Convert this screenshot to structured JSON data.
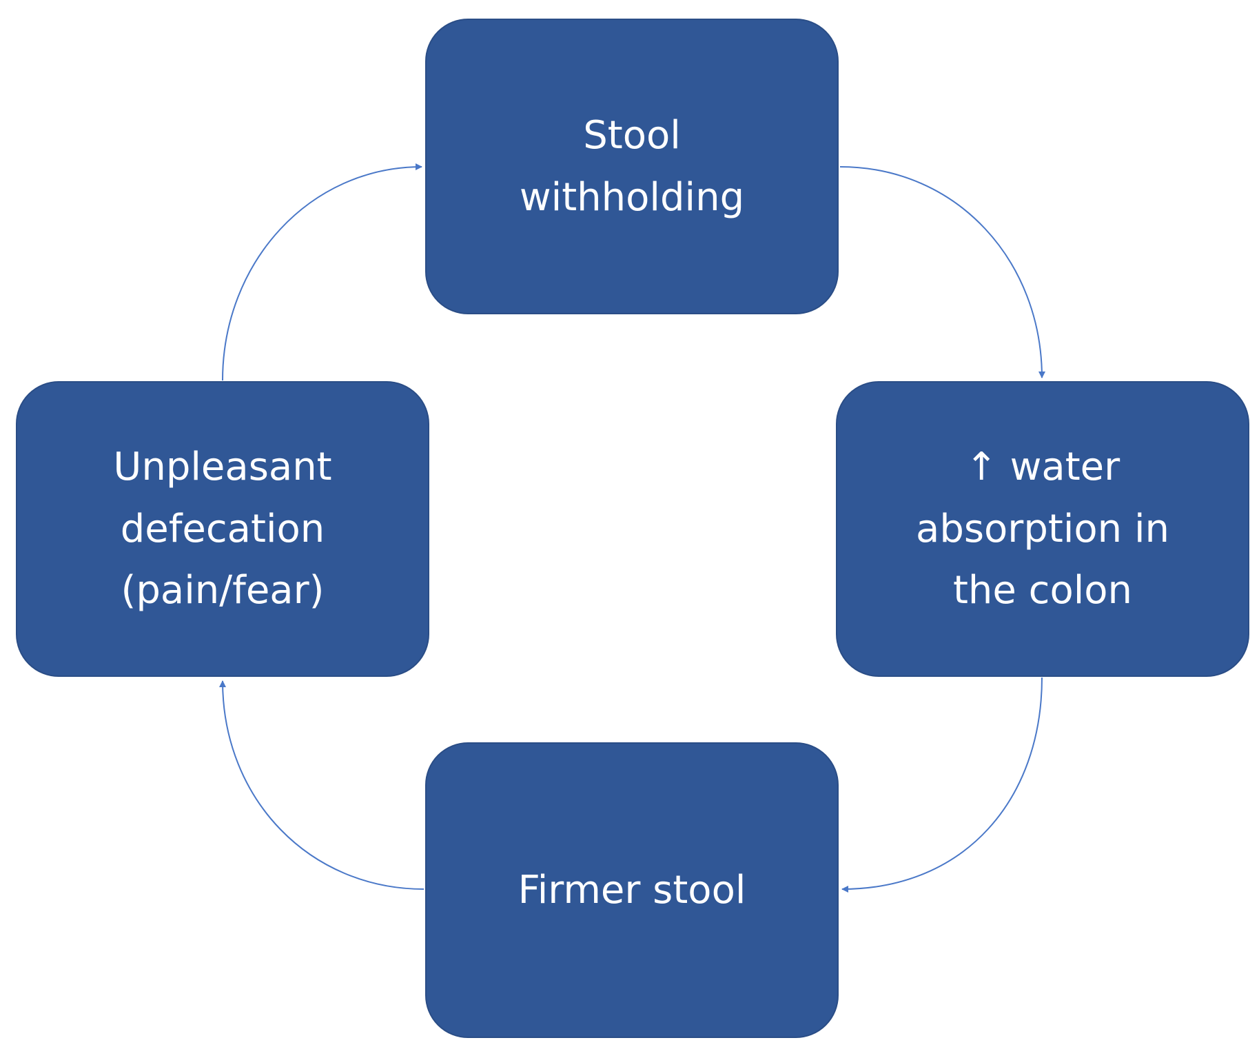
{
  "diagram": {
    "nodes": [
      {
        "id": "stool-withholding",
        "text": "Stool\nwithholding"
      },
      {
        "id": "water-absorption",
        "text": "↑ water\nabsorption in\nthe colon"
      },
      {
        "id": "firmer-stool",
        "text": "Firmer stool"
      },
      {
        "id": "unpleasant-defecation",
        "text": "Unpleasant\ndefecation\n(pain/fear)"
      }
    ],
    "edges": [
      {
        "from": "stool-withholding",
        "to": "water-absorption"
      },
      {
        "from": "water-absorption",
        "to": "firmer-stool"
      },
      {
        "from": "firmer-stool",
        "to": "unpleasant-defecation"
      },
      {
        "from": "unpleasant-defecation",
        "to": "stool-withholding"
      }
    ],
    "colors": {
      "node_fill": "#305796",
      "node_text": "#ffffff",
      "arrow": "#4a78c8"
    }
  }
}
